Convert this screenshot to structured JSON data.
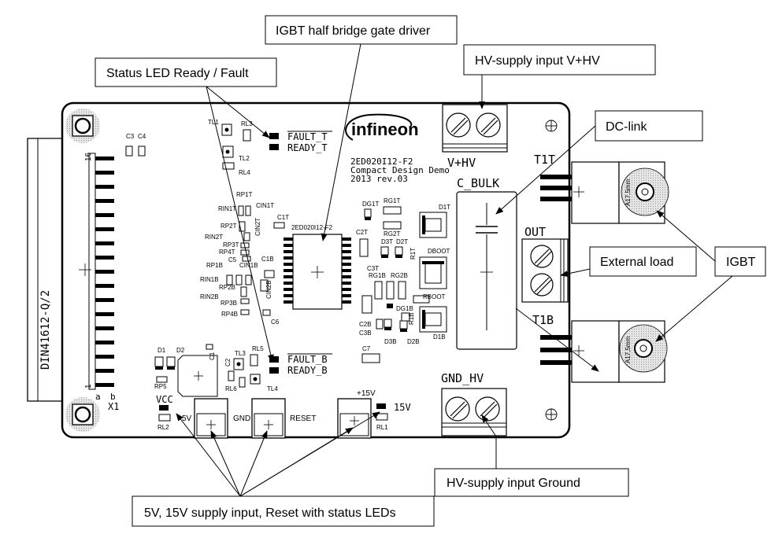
{
  "callouts": {
    "gate_driver": "IGBT half bridge gate driver",
    "status_led": "Status LED Ready / Fault",
    "hv_input": "HV-supply input V+HV",
    "dc_link": "DC-link",
    "external_load": "External load",
    "igbt": "IGBT",
    "hv_ground": "HV-supply input Ground",
    "supply_inputs": "5V, 15V supply input, Reset with status LEDs"
  },
  "board": {
    "brand": "infineon",
    "part": "2ED020I12-F2",
    "subtitle": "Compact Design Demo",
    "year": "2013 rev.03",
    "fault_t": "FAULT_T",
    "ready_t": "READY_T",
    "fault_b": "FAULT_B",
    "ready_b": "READY_B",
    "vhv": "V+HV",
    "gnd_hv": "GND_HV",
    "c_bulk": "C_BULK",
    "out": "OUT",
    "t1t": "T1T",
    "t1b": "T1B",
    "vcc": "VCC",
    "v5": "5V",
    "v15_top": "+15V",
    "v15": "15V",
    "gnd": "GND",
    "reset": "RESET",
    "din": "DIN41612-Q/2",
    "x1": "X1",
    "pin16": "16",
    "pin1": "1",
    "pin_a": "a",
    "pin_b": "b",
    "ic_label": "2ED020I12-F2",
    "a17": "A17,5mm"
  },
  "components": {
    "c3": "C3",
    "c4": "C4",
    "tl1": "TL1",
    "rl3": "RL3",
    "tl2": "TL2",
    "rl4": "RL4",
    "rp1t": "RP1T",
    "rin1t": "RIN1T",
    "cin1t": "CIN1T",
    "rp2t": "RP2T",
    "cin2t": "CIN2T",
    "rin2t": "RIN2T",
    "rp3t": "RP3T",
    "rp4t": "RP4T",
    "c5": "C5",
    "rp1b": "RP1B",
    "cin1b": "CIN1B",
    "rin1b": "RIN1B",
    "rp2b": "RP2B",
    "rin2b": "RIN2B",
    "rp3b": "RP3B",
    "rp4b": "RP4B",
    "c1t": "C1T",
    "c1b": "C1B",
    "cin2b": "CIN2B",
    "c6": "C6",
    "dg1t": "DG1T",
    "rg1t": "RG1T",
    "rg2t": "RG2T",
    "c2t": "C2T",
    "d3t": "D3T",
    "d2t": "D2T",
    "d1t": "D1T",
    "dboot": "DBOOT",
    "c3t": "C3T",
    "rg1b": "RG1B",
    "rg2b": "RG2B",
    "dg1b": "DG1B",
    "rboot": "RBOOT",
    "r1t": "R1T",
    "r1b": "R1B",
    "c2b": "C2B",
    "c3b": "C3B",
    "d3b": "D3B",
    "d2b": "D2B",
    "d1b": "D1B",
    "c7": "C7",
    "d1": "D1",
    "d2": "D2",
    "c1": "C1",
    "c2": "C2",
    "tl3": "TL3",
    "rl5": "RL5",
    "rp5": "RP5",
    "rl6": "RL6",
    "tl4": "TL4",
    "rl2": "RL2",
    "rl1": "RL1"
  }
}
